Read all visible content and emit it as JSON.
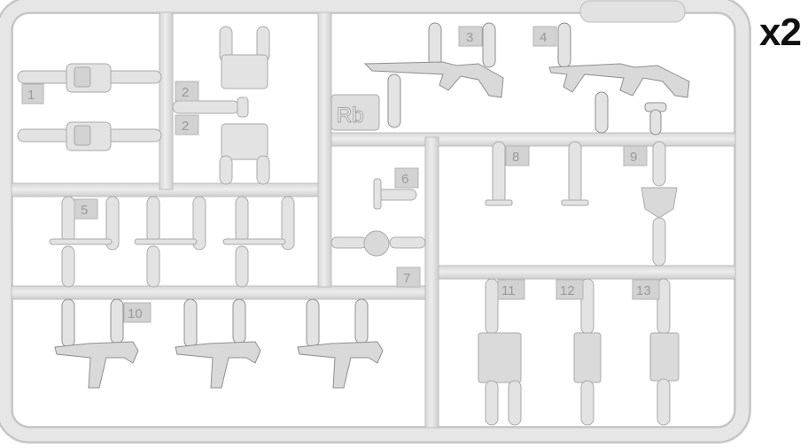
{
  "multiplier": "x2",
  "sprue_code": "Rb",
  "part_numbers": {
    "p1": "1",
    "p2a": "2",
    "p2b": "2",
    "p3": "3",
    "p4": "4",
    "p5": "5",
    "p6": "6",
    "p7": "7",
    "p8": "8",
    "p9": "9",
    "p10": "10",
    "p11": "11",
    "p12": "12",
    "p13": "13"
  },
  "colors": {
    "plastic": "#e3e3e3",
    "plastic_edge": "#bdbdbd",
    "plastic_shade": "#cfcfcf",
    "tag_fill": "#d2d2d2",
    "number_text": "#9a9a9a"
  }
}
